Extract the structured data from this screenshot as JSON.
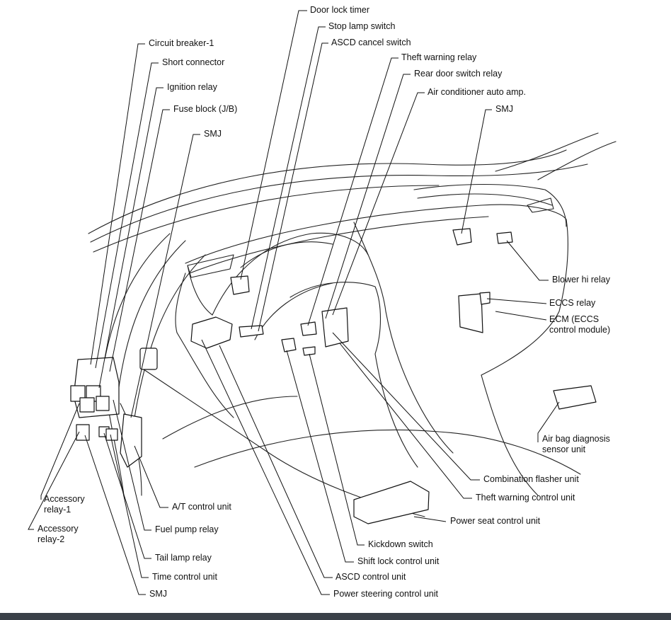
{
  "diagram": {
    "labels": {
      "door_lock_timer": "Door lock timer",
      "stop_lamp_switch": "Stop lamp switch",
      "ascd_cancel_switch": "ASCD cancel switch",
      "theft_warning_relay": "Theft warning relay",
      "rear_door_switch_relay": "Rear door switch relay",
      "air_conditioner_auto_amp": "Air conditioner auto amp.",
      "smj_right": "SMJ",
      "circuit_breaker_1": "Circuit breaker-1",
      "short_connector": "Short connector",
      "ignition_relay": "Ignition relay",
      "fuse_block": "Fuse block (J/B)",
      "smj_left_top": "SMJ",
      "blower_hi_relay": "Blower hi relay",
      "eccs_relay": "ECCS relay",
      "ecm": "ECM (ECCS\ncontrol module)",
      "air_bag_diagnosis": "Air bag diagnosis\nsensor unit",
      "combination_flasher_unit": "Combination flasher unit",
      "theft_warning_control_unit": "Theft warning control unit",
      "power_seat_control_unit": "Power seat control unit",
      "kickdown_switch": "Kickdown switch",
      "shift_lock_control_unit": "Shift lock control unit",
      "ascd_control_unit": "ASCD control unit",
      "power_steering_control_unit": "Power steering control unit",
      "accessory_relay_1": "Accessory\nrelay-1",
      "accessory_relay_2": "Accessory\nrelay-2",
      "at_control_unit": "A/T control unit",
      "fuel_pump_relay": "Fuel pump relay",
      "tail_lamp_relay": "Tail lamp relay",
      "time_control_unit": "Time control unit",
      "smj_bottom": "SMJ"
    },
    "colors": {
      "line": "#111111",
      "background": "#ffffff",
      "bottom_bar": "#3a4048"
    }
  }
}
